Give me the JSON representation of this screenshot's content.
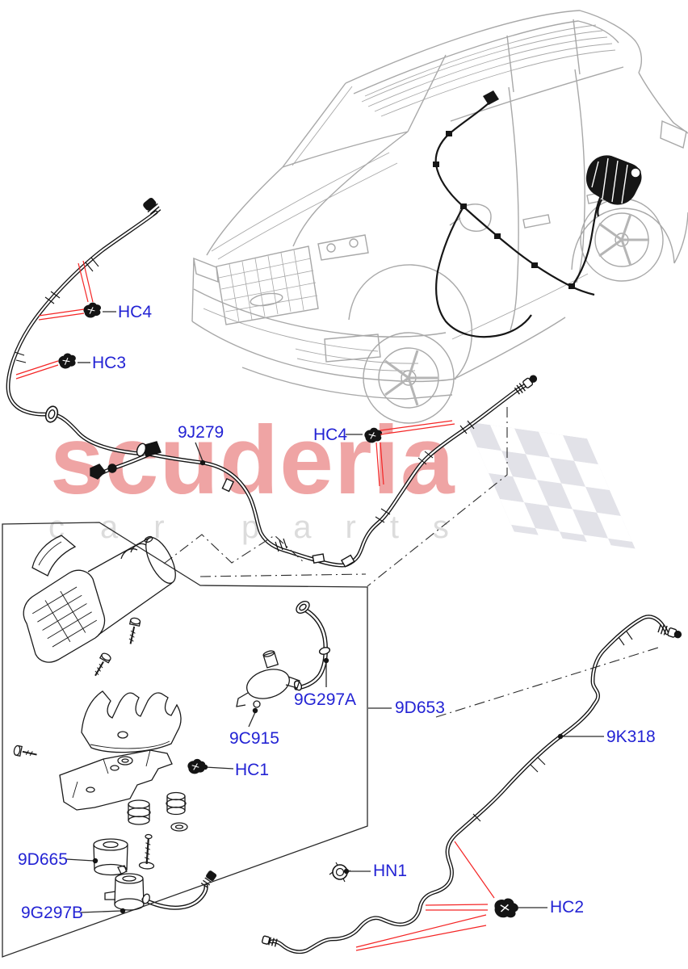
{
  "watermark": {
    "brand": "scuderia",
    "tagline_word_1": "car",
    "tagline_word_2": "parts"
  },
  "labels": [
    {
      "id": "hc4-upper",
      "text": "HC4"
    },
    {
      "id": "hc3",
      "text": "HC3"
    },
    {
      "id": "9j279",
      "text": "9J279"
    },
    {
      "id": "hc4-lower",
      "text": "HC4"
    },
    {
      "id": "9g297a",
      "text": "9G297A"
    },
    {
      "id": "9d653",
      "text": "9D653"
    },
    {
      "id": "9c915",
      "text": "9C915"
    },
    {
      "id": "hc1",
      "text": "HC1"
    },
    {
      "id": "9k318",
      "text": "9K318"
    },
    {
      "id": "9d665",
      "text": "9D665"
    },
    {
      "id": "hn1",
      "text": "HN1"
    },
    {
      "id": "9g297b",
      "text": "9G297B"
    },
    {
      "id": "hc2",
      "text": "HC2"
    }
  ],
  "colors": {
    "part_label_blue": "#2323d4",
    "leader_red": "#f42525",
    "watermark_pink": "#efa4a4",
    "watermark_gray": "#dcdcdc",
    "checker_gray": "#e2e2e8",
    "line_black": "#141414",
    "vehicle_gray": "#a8a8a8"
  }
}
